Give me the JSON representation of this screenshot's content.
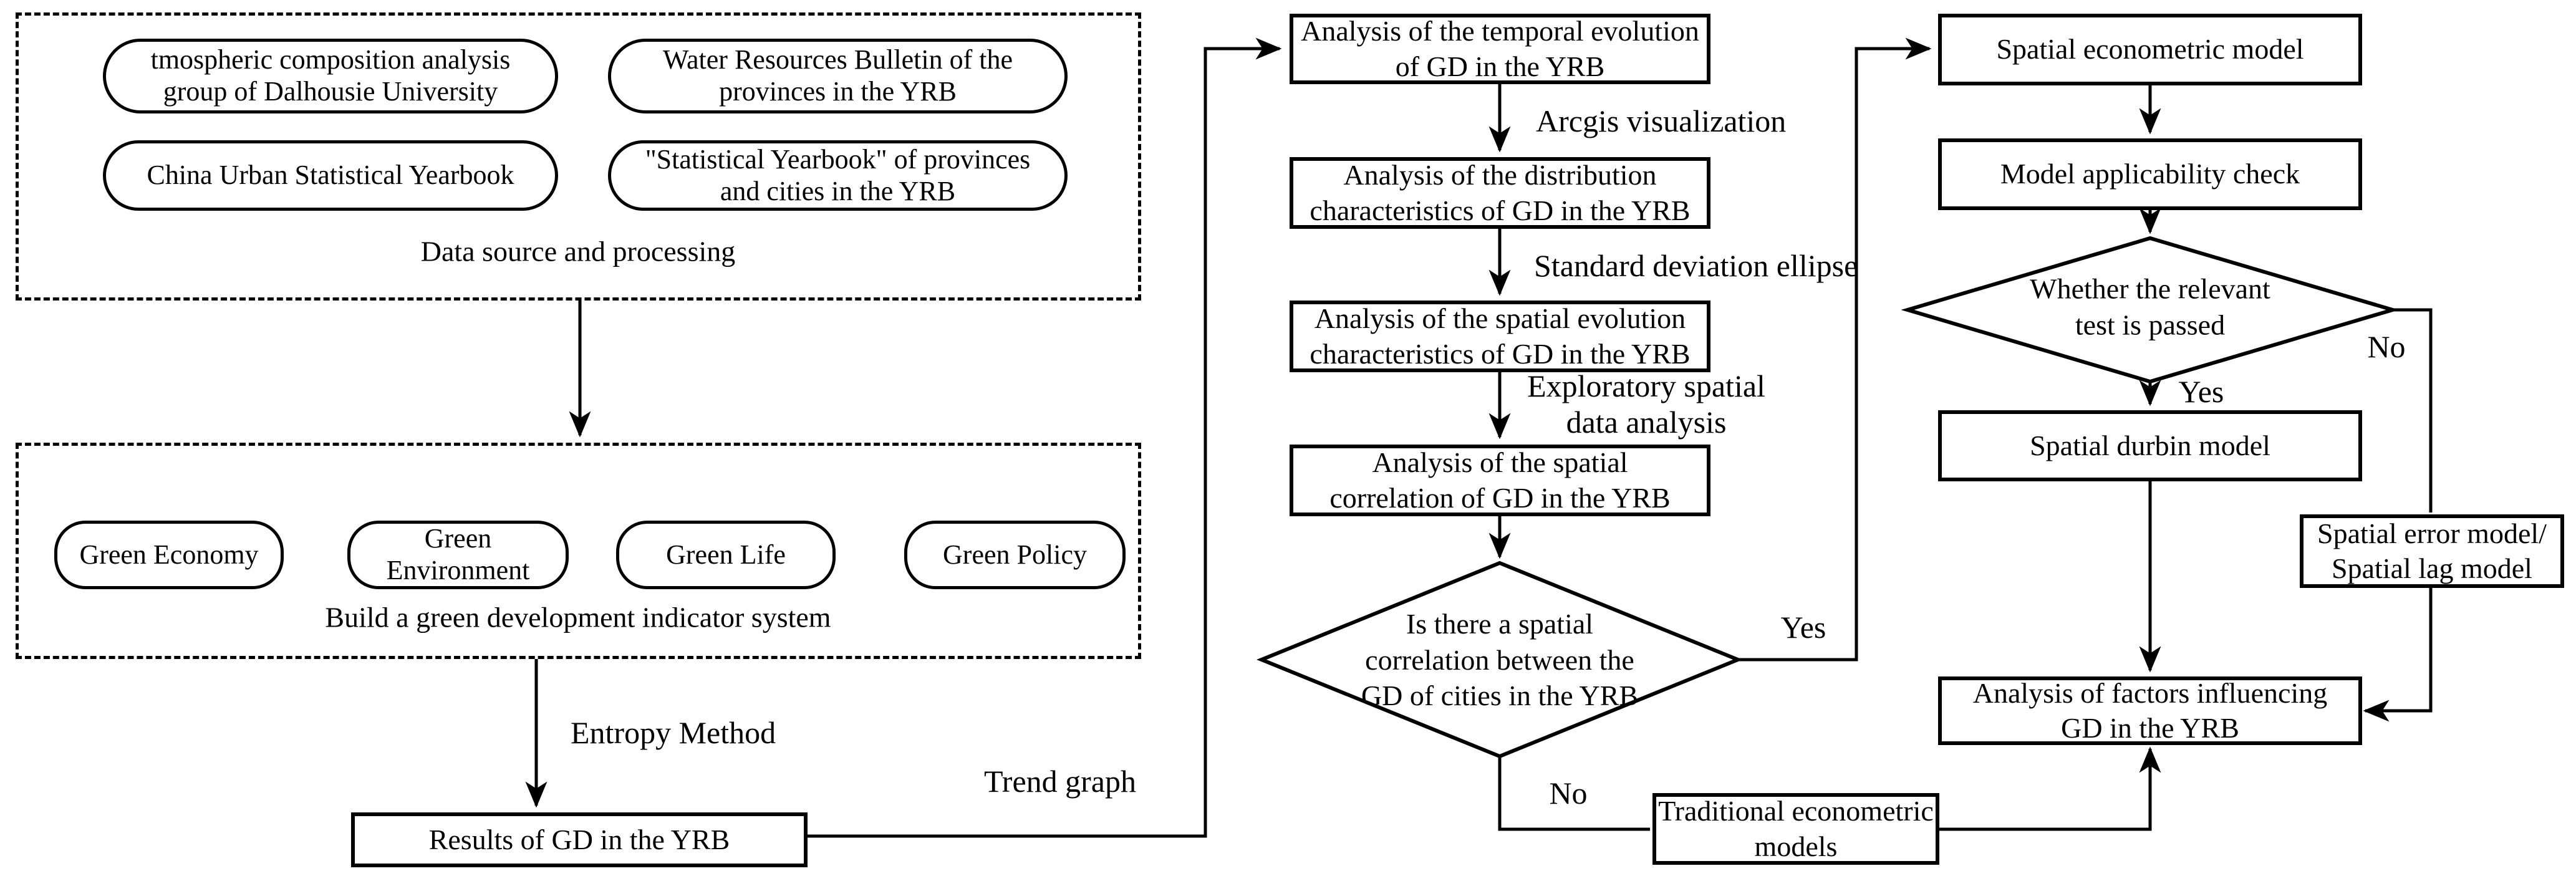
{
  "colors": {
    "line": "#000000",
    "background": "#ffffff"
  },
  "groups": {
    "data_source": {
      "caption": "Data source and processing",
      "items": [
        "tmospheric composition analysis\ngroup of Dalhousie University",
        "Water Resources Bulletin of the\nprovinces in the YRB",
        "China Urban Statistical Yearbook",
        "\"Statistical Yearbook\" of provinces\nand cities in the YRB"
      ]
    },
    "indicator_system": {
      "caption": "Build a green development indicator system",
      "items": [
        "Green Economy",
        "Green\nEnvironment",
        "Green Life",
        "Green Policy"
      ]
    }
  },
  "nodes": {
    "results": "Results of GD in the YRB",
    "temporal": "Analysis of the temporal evolution\nof GD in the YRB",
    "distribution": "Analysis of the distribution\ncharacteristics of GD in the YRB",
    "spatial_evolution": "Analysis of the spatial evolution\ncharacteristics of GD in the YRB",
    "spatial_correlation": "Analysis of the spatial\ncorrelation of GD in the YRB",
    "decision_spatial": "Is there a spatial\ncorrelation between the\nGD of cities in the YRB",
    "spatial_econometric": "Spatial econometric model",
    "applicability": "Model applicability check",
    "decision_test": "Whether the relevant\ntest is passed",
    "durbin": "Spatial durbin model",
    "error_lag": "Spatial error model/\nSpatial lag model",
    "factors": "Analysis of factors influencing\nGD in the YRB",
    "traditional": "Traditional econometric\nmodels"
  },
  "edge_labels": {
    "entropy": "Entropy Method",
    "trend": "Trend graph",
    "arcgis": "Arcgis visualization",
    "sde": "Standard deviation ellipse",
    "esda": "Exploratory spatial\ndata analysis",
    "yes_mid": "Yes",
    "no_mid": "No",
    "yes_right": "Yes",
    "no_right": "No"
  }
}
